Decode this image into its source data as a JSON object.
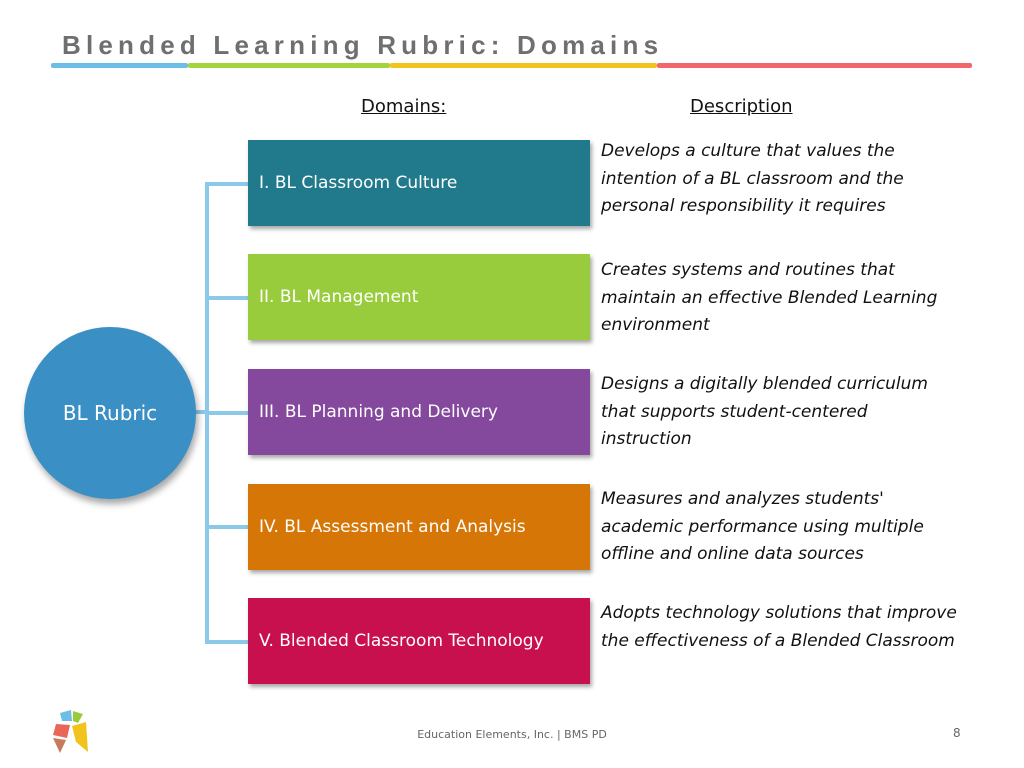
{
  "slide": {
    "title": "Blended Learning Rubric: Domains",
    "rule_colors": [
      "#6dbde6",
      "#a3d43b",
      "#f2c31c",
      "#f06867"
    ]
  },
  "headers": {
    "domains": "Domains:",
    "description": "Description"
  },
  "hub": {
    "label": "BL Rubric",
    "color": "#3a8fc5"
  },
  "domains": [
    {
      "label": "I. BL Classroom Culture",
      "color": "#217a8b",
      "description": "Develops a culture that values the intention of a BL classroom and the personal responsibility it requires"
    },
    {
      "label": "II. BL Management",
      "color": "#99cc3d",
      "description": "Creates systems and routines that maintain an effective Blended Learning environment"
    },
    {
      "label": "III. BL Planning and Delivery",
      "color": "#84489c",
      "description": "Designs a digitally blended curriculum that supports student-centered instruction"
    },
    {
      "label": "IV. BL Assessment and Analysis",
      "color": "#d67606",
      "description": "Measures and analyzes students' academic performance using multiple offline and online data sources"
    },
    {
      "label": "V. Blended Classroom Technology",
      "color": "#c8104f",
      "description": "Adopts technology solutions that improve the effectiveness of a Blended Classroom"
    }
  ],
  "footer": {
    "text": "Education Elements, Inc. | BMS PD",
    "page_number": "8",
    "logo_icon": "education-elements-logo-icon"
  }
}
